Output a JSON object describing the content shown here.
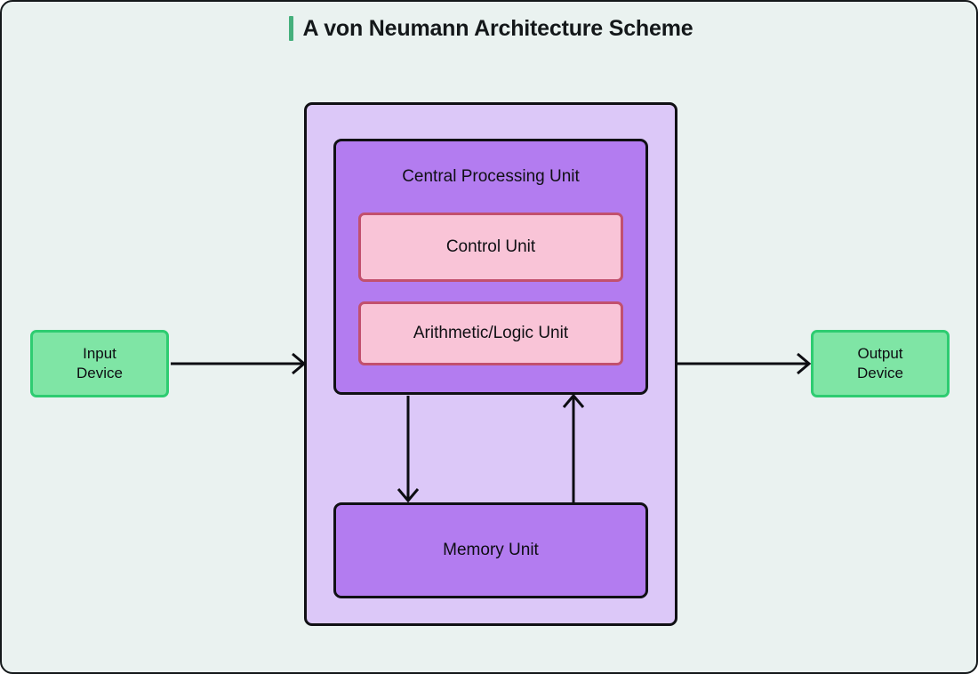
{
  "page": {
    "title": "A von Neumann Architecture Scheme",
    "background_color": "#EAF2F0",
    "border_color": "#14181a",
    "accent_color": "#45b07c"
  },
  "diagram": {
    "type": "block-diagram",
    "system_container": {
      "label": "",
      "fill": "#DCC8F8",
      "border": "#101014"
    },
    "cpu": {
      "label": "Central Processing Unit",
      "fill": "#B37CF0",
      "border": "#101014"
    },
    "control_unit": {
      "label": "Control Unit",
      "fill": "#F9C4D7",
      "border": "#C2506E"
    },
    "alu": {
      "label": "Arithmetic/Logic Unit",
      "fill": "#F9C4D7",
      "border": "#C2506E"
    },
    "memory": {
      "label": "Memory Unit",
      "fill": "#B37CF0",
      "border": "#101014"
    },
    "input_device": {
      "line1": "Input",
      "line2": "Device",
      "fill": "#7FE5A5",
      "border": "#2ECC71"
    },
    "output_device": {
      "line1": "Output",
      "line2": "Device",
      "fill": "#7FE5A5",
      "border": "#2ECC71"
    },
    "connectors": [
      {
        "name": "input-to-cpu",
        "from": "Input Device",
        "to": "Central Processing Unit",
        "direction": "right"
      },
      {
        "name": "cpu-to-output",
        "from": "Central Processing Unit",
        "to": "Output Device",
        "direction": "right"
      },
      {
        "name": "cpu-to-memory",
        "from": "Central Processing Unit",
        "to": "Memory Unit",
        "direction": "down"
      },
      {
        "name": "memory-to-cpu",
        "from": "Memory Unit",
        "to": "Central Processing Unit",
        "direction": "up"
      }
    ]
  }
}
